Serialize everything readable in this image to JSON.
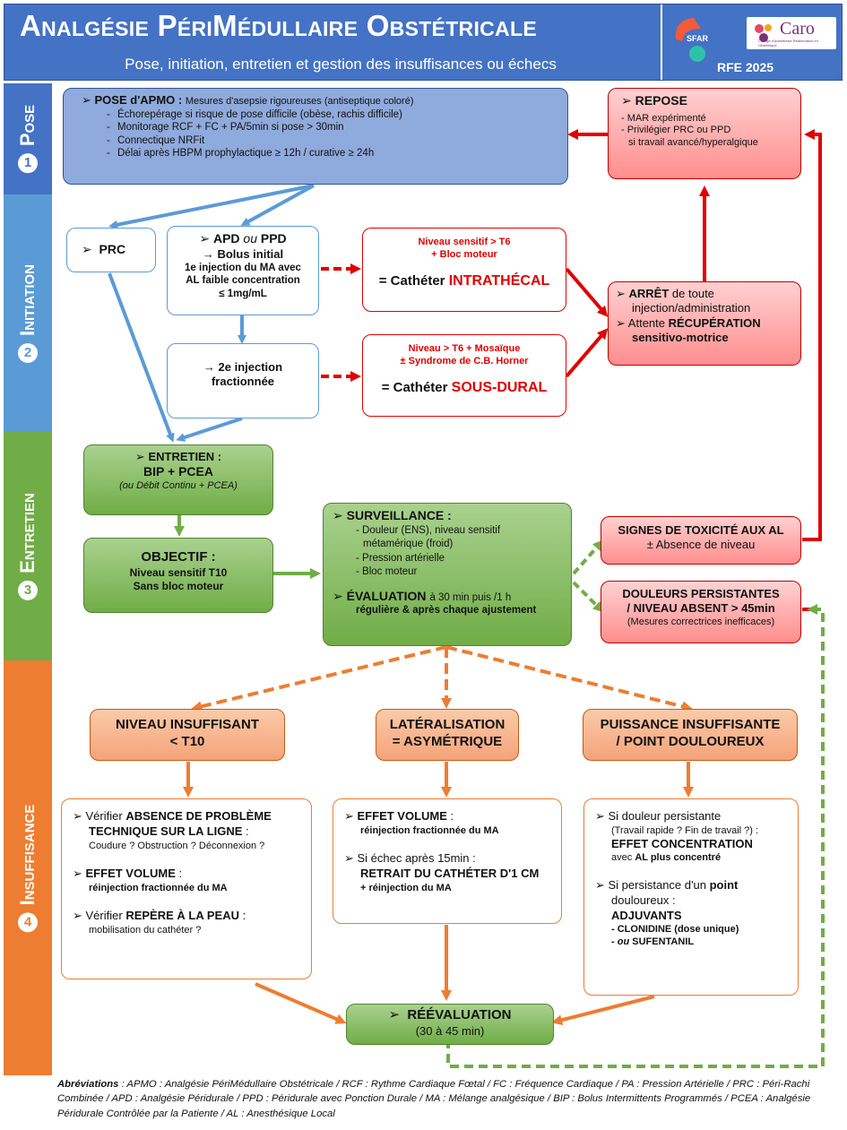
{
  "header": {
    "title": "Analgésie PériMédullaire Obstétricale",
    "subtitle": "Pose, initiation, entretien et gestion des insuffisances ou échecs",
    "sfar_label": "SFAR",
    "caro_label": "Caro",
    "caro_sub": "Collège d'Anesthésie-Réanimation en Obstétrique",
    "rfe": "RFE 2025"
  },
  "bands": [
    {
      "num": "1",
      "label": "Pose",
      "color": "#4472c4"
    },
    {
      "num": "2",
      "label": "Initiation",
      "color": "#5b9bd5"
    },
    {
      "num": "3",
      "label": "Entretien",
      "color": "#70ad47"
    },
    {
      "num": "4",
      "label": "Insuffisance",
      "color": "#ed7d31"
    }
  ],
  "pose": {
    "title": "POSE d'APMO :",
    "title_extra": "Mesures d'asepsie rigoureuses (antiseptique coloré)",
    "items": [
      "Échorepérage si risque de pose difficile (obèse, rachis difficile)",
      "Monitorage RCF + FC + PA/5min si pose > 30min",
      "Connectique NRFit",
      "Délai après HBPM prophylactique ≥ 12h / curative ≥ 24h"
    ]
  },
  "repose": {
    "title": "REPOSE",
    "items": [
      "- MAR expérimenté",
      "- Privilégier PRC ou PPD",
      "si travail avancé/hyperalgique"
    ]
  },
  "prc": {
    "label": "PRC"
  },
  "apd": {
    "line1": "APD",
    "line1_or": "ou",
    "line1_end": "PPD",
    "line2": "→ Bolus initial",
    "line3": "1e injection du MA avec",
    "line4": "AL faible concentration",
    "line5": "≤ 1mg/mL"
  },
  "second_injection": {
    "line1": "→ 2e injection",
    "line2": "fractionnée"
  },
  "intrathecal": {
    "line1": "Niveau sensitif > T6",
    "line2": "+ Bloc moteur",
    "prefix": "= Cathéter",
    "keyword": "INTRATHÉCAL"
  },
  "subdural": {
    "line1": "Niveau > T6 + Mosaïque",
    "line2": "± Syndrome de C.B. Horner",
    "prefix": "= Cathéter",
    "keyword": "SOUS-DURAL"
  },
  "arret": {
    "line1_bold": "ARRÊT",
    "line1_rest": "de toute",
    "line2": "injection/administration",
    "line3_pre": "Attente",
    "line3_bold": "RÉCUPÉRATION",
    "line4": "sensitivo-motrice"
  },
  "entretien": {
    "title": "ENTRETIEN :",
    "line2": "BIP + PCEA",
    "line3": "(ou Débit Continu + PCEA)"
  },
  "objectif": {
    "title": "OBJECTIF :",
    "line2": "Niveau sensitif T10",
    "line3": "Sans bloc moteur"
  },
  "surveillance": {
    "title": "SURVEILLANCE :",
    "items": [
      "- Douleur (ENS), niveau sensitif",
      "métamérique (froid)",
      "- Pression artérielle",
      "- Bloc moteur"
    ],
    "eval_title": "ÉVALUATION",
    "eval_rest": "à 30 min puis /1 h",
    "eval_line2": "régulière & après chaque ajustement"
  },
  "toxicite": {
    "line1": "SIGNES DE TOXICITÉ AUX AL",
    "line2": "± Absence de niveau"
  },
  "douleurs": {
    "line1": "DOULEURS PERSISTANTES",
    "line2": "/ NIVEAU ABSENT > 45min",
    "line3": "(Mesures correctrices inefficaces)"
  },
  "niveau": {
    "line1": "NIVEAU INSUFFISANT",
    "line2": "< T10"
  },
  "lateral": {
    "line1": "LATÉRALISATION",
    "line2": "= ASYMÉTRIQUE"
  },
  "puissance": {
    "line1": "PUISSANCE INSUFFISANTE",
    "line2": "/ POINT DOULOUREUX"
  },
  "niveau_detail": {
    "l1": "Vérifier",
    "l1b": "ABSENCE DE PROBLÈME",
    "l2": "TECHNIQUE SUR LA LIGNE",
    "l2r": " :",
    "l3": "Coudure ? Obstruction ? Déconnexion ?",
    "l4": "EFFET VOLUME",
    "l4r": " :",
    "l5": "réinjection fractionnée du MA",
    "l6": "Vérifier",
    "l6b": "REPÈRE À LA PEAU",
    "l6r": " :",
    "l7": "mobilisation du cathéter ?"
  },
  "lateral_detail": {
    "l1": "EFFET VOLUME",
    "l1r": " :",
    "l2": "réinjection fractionnée du MA",
    "l3": "Si échec après 15min :",
    "l4": "RETRAIT DU CATHÉTER D'1 CM",
    "l5": "+ réinjection du MA"
  },
  "puissance_detail": {
    "l1": "Si douleur persistante",
    "l2": "(Travail rapide ? Fin de travail ?) :",
    "l3": "EFFET CONCENTRATION",
    "l4a": "avec",
    "l4b": "AL plus concentré",
    "l5a": "Si persistance d'un",
    "l5b": "point",
    "l6": "douloureux :",
    "l7": "ADJUVANTS",
    "l8": "- CLONIDINE (dose unique)",
    "l9a": "- ",
    "l9b": "ou",
    "l9c": " SUFENTANIL"
  },
  "reevaluation": {
    "line1": "RÉÉVALUATION",
    "line2": "(30 à 45 min)"
  },
  "abbreviations": {
    "label": "Abréviations",
    "text": " : APMO : Analgésie PériMédullaire Obstétricale / RCF : Rythme Cardiaque Fœtal / FC : Fréquence Cardiaque / PA : Pression Artérielle / PRC : Péri-Rachi Combinée / APD : Analgésie Péridurale / PPD : Péridurale avec Ponction Durale / MA : Mélange analgésique / BIP : Bolus Intermittents Programmés / PCEA : Analgésie Péridurale Contrôlée par la Patiente / AL : Anesthésique Local"
  }
}
